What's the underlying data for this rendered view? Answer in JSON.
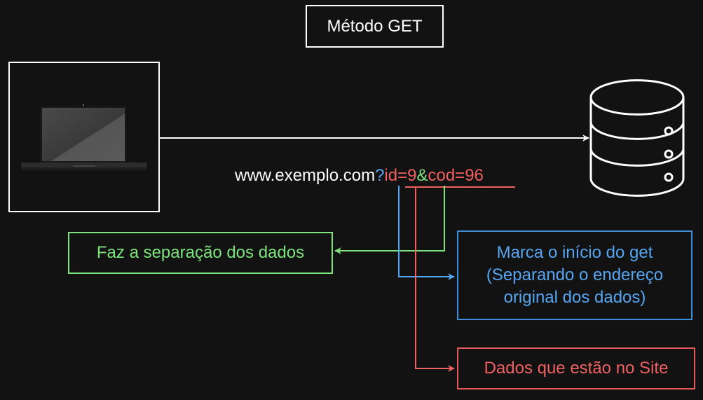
{
  "title": "Método GET",
  "url": {
    "base": "www.exemplo.com",
    "question": "?",
    "param1": "id=9",
    "amp": "&",
    "param2": "cod=96"
  },
  "labels": {
    "separation": "Faz a separação dos dados",
    "get_start": [
      "Marca o início do get",
      "(Separando o endereço",
      "original dos dados)"
    ],
    "site_data": "Dados que estão no Site"
  },
  "colors": {
    "background": "#121212",
    "green": "#7de37d",
    "blue": "#55a5f0",
    "red": "#f06060",
    "white": "#ffffff"
  },
  "icons": [
    "laptop-icon",
    "database-icon"
  ]
}
